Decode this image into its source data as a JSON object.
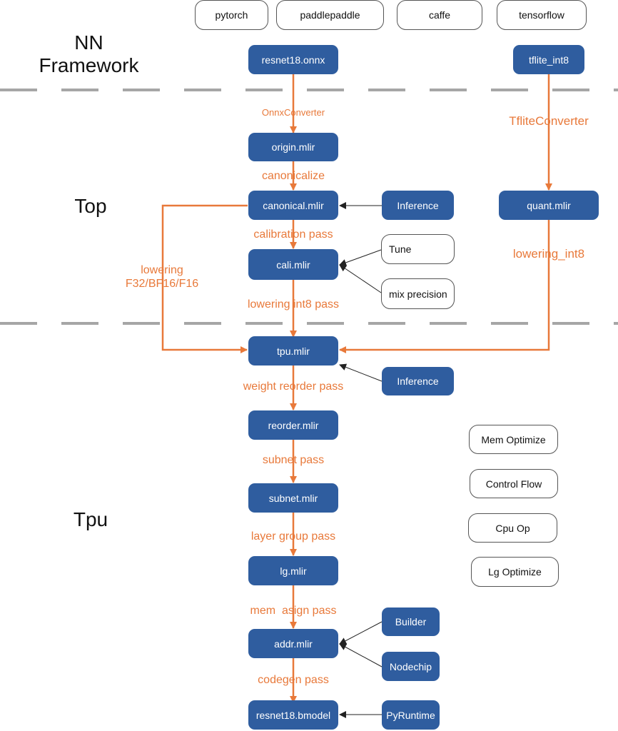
{
  "sections": {
    "nn_framework": [
      "NN",
      "Framework"
    ],
    "top": "Top",
    "tpu": "Tpu"
  },
  "frameworks": [
    "pytorch",
    "paddlepaddle",
    "caffe",
    "tensorflow"
  ],
  "nodes": {
    "resnet18_onnx": "resnet18.onnx",
    "tflite_int8": "tflite_int8",
    "origin_mlir": "origin.mlir",
    "canonical_mlir": "canonical.mlir",
    "inference_top": "Inference",
    "quant_mlir": "quant.mlir",
    "cali_mlir": "cali.mlir",
    "tune": "Tune",
    "mix_precision": "mix precision",
    "tpu_mlir": "tpu.mlir",
    "inference_tpu": "Inference",
    "reorder_mlir": "reorder.mlir",
    "subnet_mlir": "subnet.mlir",
    "lg_mlir": "lg.mlir",
    "addr_mlir": "addr.mlir",
    "builder": "Builder",
    "nodechip": "Nodechip",
    "resnet18_bmodel": "resnet18.bmodel",
    "pyruntime": "PyRuntime"
  },
  "optimizations": [
    "Mem Optimize",
    "Control Flow",
    "Cpu Op",
    "Lg Optimize"
  ],
  "edge_labels": {
    "onnx_converter": "OnnxConverter",
    "tflite_converter": "TfliteConverter",
    "canonicalize": "canonicalize",
    "calibration_pass": "calibration pass",
    "lowering_int8": "lowering_int8",
    "lowering_f32": [
      "lowering",
      "F32/BF16/F16"
    ],
    "lowering_int8_pass": "lowering int8 pass",
    "weight_reorder_pass": "weight reorder pass",
    "subnet_pass": "subnet pass",
    "layer_group_pass": "layer group pass",
    "mem_asign_pass": "mem  asign pass",
    "codegen_pass": "codegen pass"
  },
  "colors": {
    "node_fill": "#2f5d9f",
    "flow_arrow": "#e8793a",
    "divider": "#a6a6a6",
    "aux_arrow": "#222222"
  }
}
